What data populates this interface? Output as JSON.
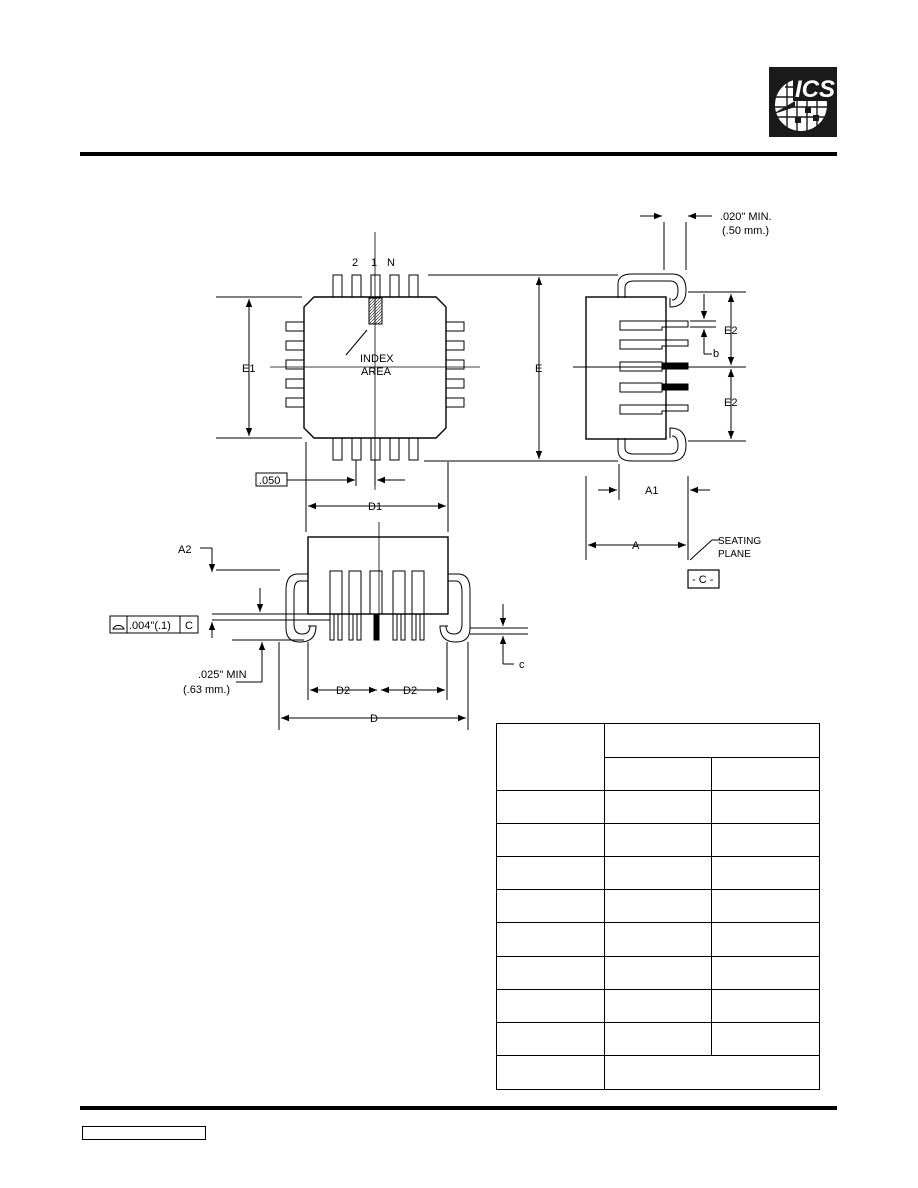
{
  "header": {
    "logo_alt": "ICS"
  },
  "drawing": {
    "pin_labels": {
      "pin2": "2",
      "pin1": "1",
      "pinN": "N"
    },
    "index_area": {
      "line1": "INDEX",
      "line2": "AREA"
    },
    "dims": {
      "E1": "E1",
      "E": "E",
      "E2_top": "E2",
      "E2_bottom": "E2",
      "b": "b",
      "D1": "D1",
      "A1": "A1",
      "A": "A",
      "A2": "A2",
      "D2_left": "D2",
      "D2_right": "D2",
      "D": "D",
      "c": "c"
    },
    "pitch": ".050",
    "lead_clearance": {
      "line1": ".020\" MIN.",
      "line2": "(.50 mm.)"
    },
    "standoff": {
      "line1": ".025\" MIN",
      "line2": "(.63 mm.)"
    },
    "seating_plane": {
      "line1": "SEATING",
      "line2": "PLANE",
      "datum": "- C -"
    },
    "coplanarity": {
      "tolerance": ".004\"(.1)",
      "datum": "C"
    }
  },
  "table": {
    "rows": 10
  }
}
